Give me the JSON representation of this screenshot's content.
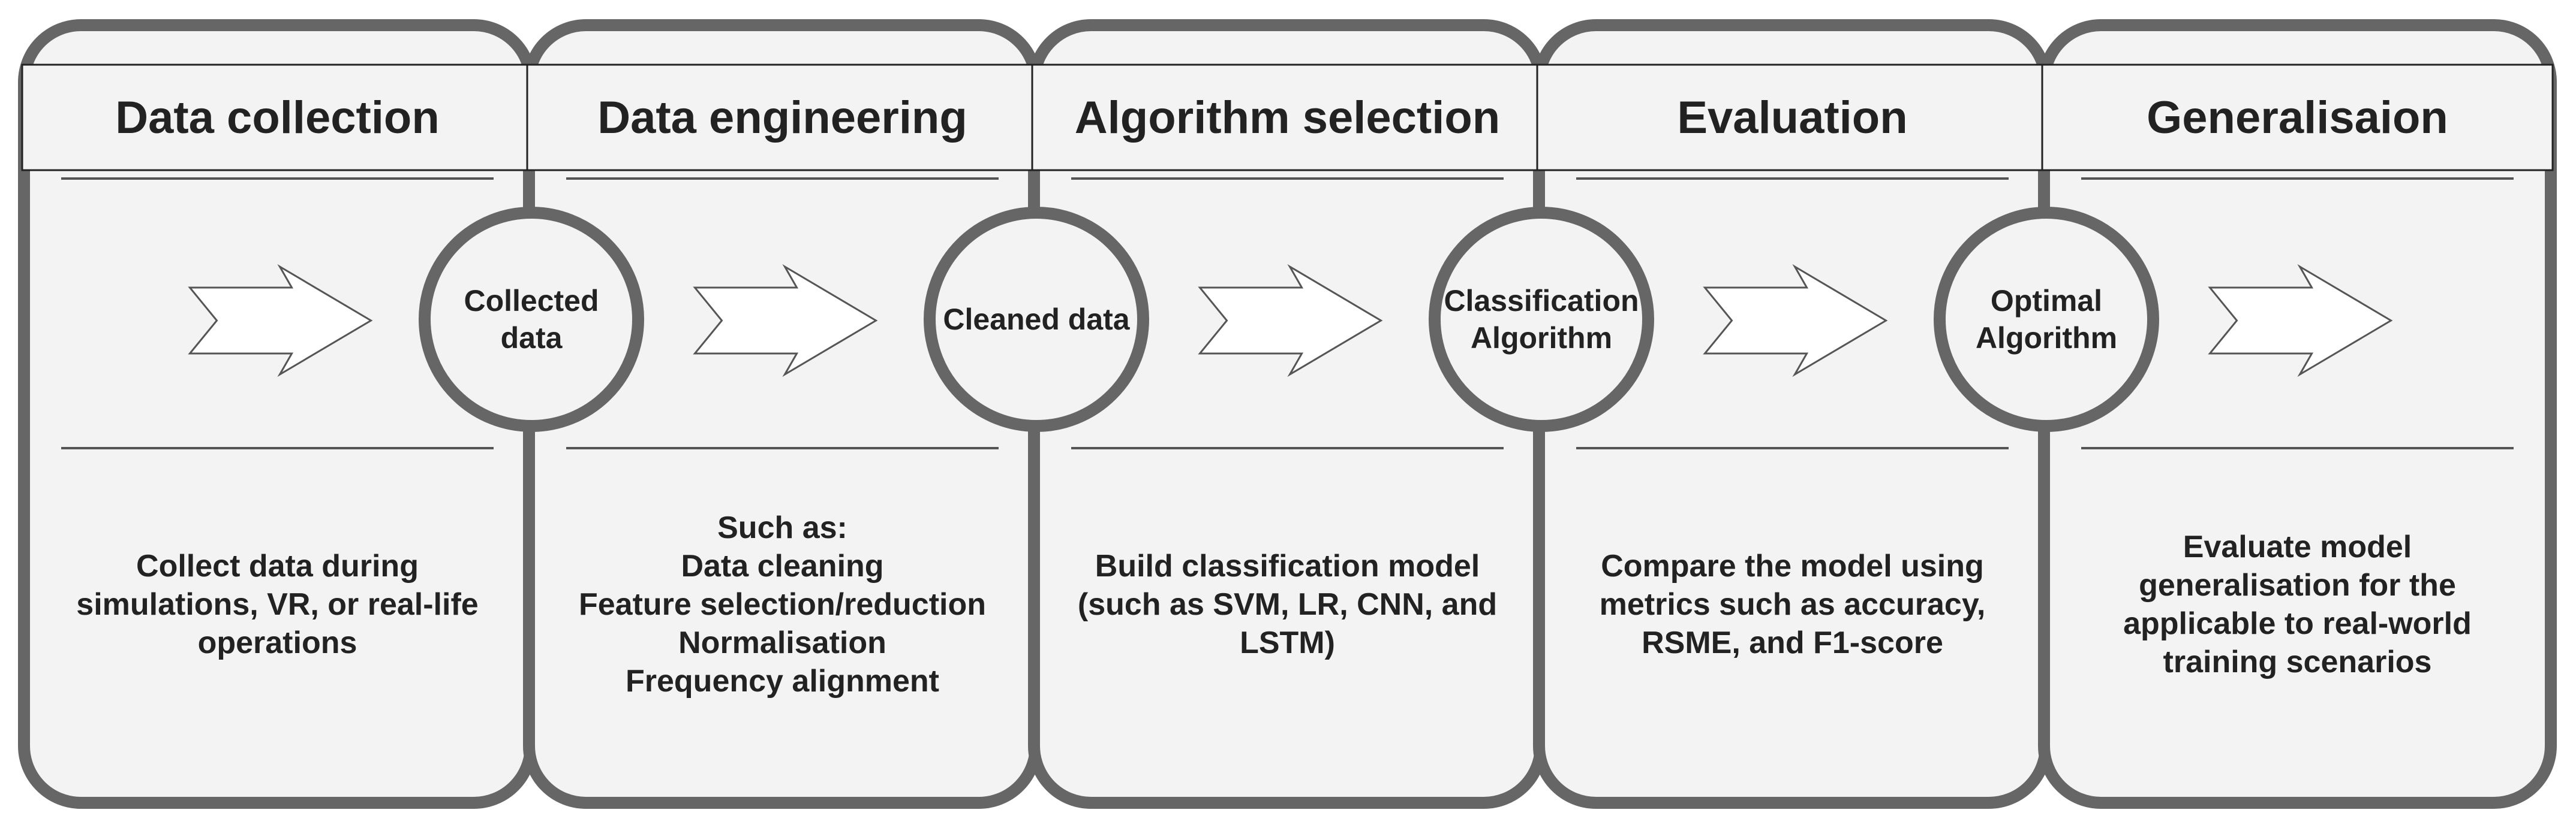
{
  "colors": {
    "frame_stroke": "#666666",
    "panel_fill": "#f3f3f3",
    "header_fill": "#f3f3f3",
    "divider": "#555555",
    "arrow_stroke": "#555555",
    "arrow_fill": "#ffffff",
    "text": "#222222"
  },
  "stages": [
    {
      "title": "Data collection",
      "description": [
        "Collect data during",
        "simulations, VR, or real-life",
        "operations"
      ]
    },
    {
      "title": "Data engineering",
      "description": [
        "Such as:",
        "Data cleaning",
        "Feature selection/reduction",
        "Normalisation",
        "Frequency alignment"
      ]
    },
    {
      "title": "Algorithm selection",
      "description": [
        "Build classification model",
        "(such as SVM, LR, CNN, and",
        "LSTM)"
      ]
    },
    {
      "title": "Evaluation",
      "description": [
        "Compare the model using",
        "metrics such as accuracy,",
        "RSME, and F1-score"
      ]
    },
    {
      "title": "Generalisaion",
      "description": [
        "Evaluate model",
        "generalisation for the",
        "applicable to real-world",
        "training scenarios"
      ]
    }
  ],
  "nodes": [
    {
      "lines": [
        "Collected",
        "data"
      ]
    },
    {
      "lines": [
        "Cleaned data"
      ]
    },
    {
      "lines": [
        "Classification",
        "Algorithm"
      ]
    },
    {
      "lines": [
        "Optimal",
        "Algorithm"
      ]
    }
  ],
  "arrow_icon": "right-chevron-arrow-icon"
}
